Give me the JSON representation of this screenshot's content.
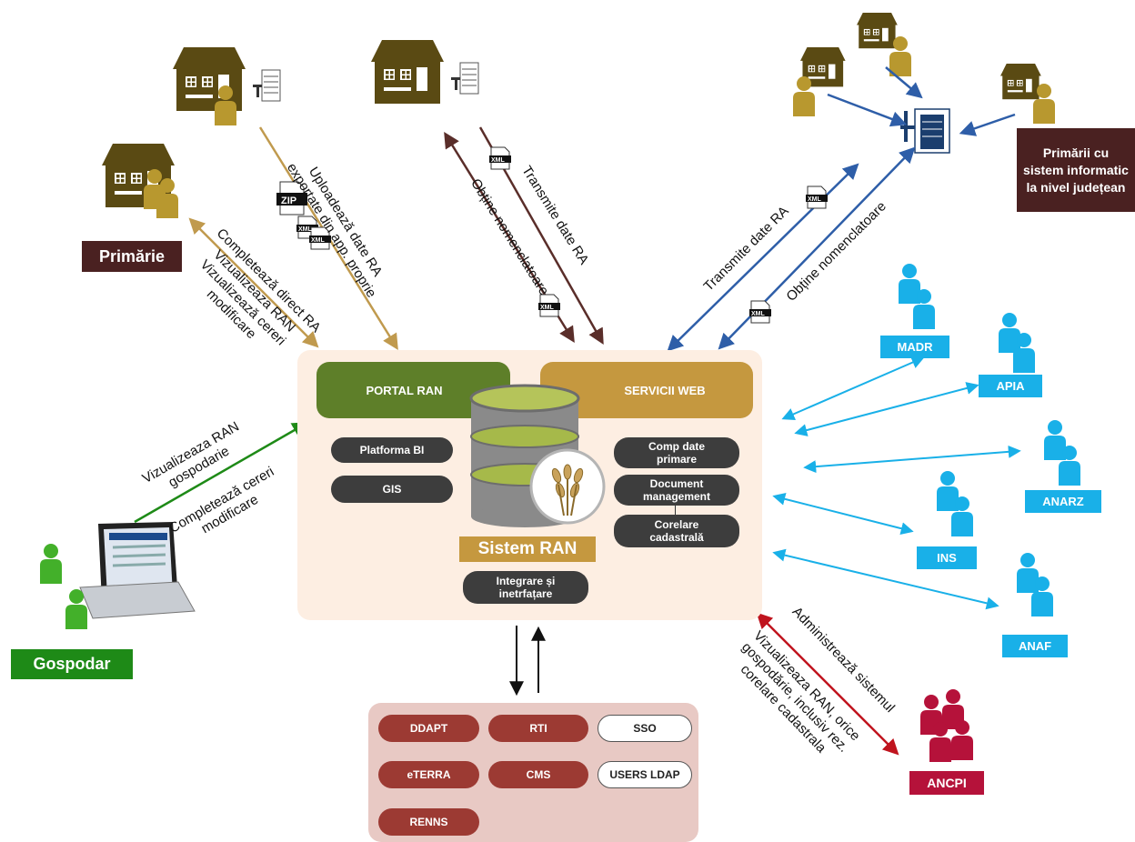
{
  "actors": {
    "primarie": "Primărie",
    "primarii_judet": "Primării cu sistem informatic la nivel județean",
    "gospodar": "Gospodar",
    "madr": "MADR",
    "apia": "APIA",
    "anarz": "ANARZ",
    "ins": "INS",
    "anaf": "ANAF",
    "ancpi": "ANCPI"
  },
  "core": {
    "portal": "PORTAL RAN",
    "servicii": "SERVICII WEB",
    "platforma_bi": "Platforma BI",
    "gis": "GIS",
    "comp_date": "Comp date primare",
    "document": "Document management",
    "corelare": "Corelare cadastrală",
    "sistem": "Sistem RAN",
    "integrare": "Integrare și inetrfațare"
  },
  "external": {
    "ddapt": "DDAPT",
    "rti": "RTI",
    "sso": "SSO",
    "eterra": "eTERRA",
    "cms": "CMS",
    "users_ldap": "USERS LDAP",
    "renns": "RENNS"
  },
  "labels": {
    "completeaza_direct": "Completează direct RA",
    "vizualizeaza_cereri": "Vizualizeaza RAN\nVizualizează cereri\nmodificare",
    "uploadeaza": "Uploadează date RA\nexportate din app. proprie",
    "obtine_nomenclatoare_1": "Obține nomenclatoare",
    "transmite_date_1": "Transmite date RA",
    "transmite_date_2": "Transmite date RA",
    "obtine_nomenclatoare_2": "Obține nomenclatoare",
    "gospodar_vizualizeaza": "Vizualizeaza RAN\ngospodarie",
    "gospodar_completeaza": "Completează cereri\nmodificare",
    "administreaza": "Administrează sistemul",
    "ancpi_vizualizeaza": "Vizualizeaza RAN, orice\ngospodărie, inclusiv rez.\ncorelare cadastrala"
  },
  "doc_icons": {
    "zip": "ZIP",
    "xml": "XML"
  },
  "colors": {
    "house": "#5a4a13",
    "person_gold": "#b8982f",
    "green_dark": "#5e7f29",
    "gold": "#c5983f",
    "gospodar": "#1e8a17",
    "blue": "#19b0e8",
    "ancpi": "#b5123a",
    "maroon": "#4a2121"
  }
}
